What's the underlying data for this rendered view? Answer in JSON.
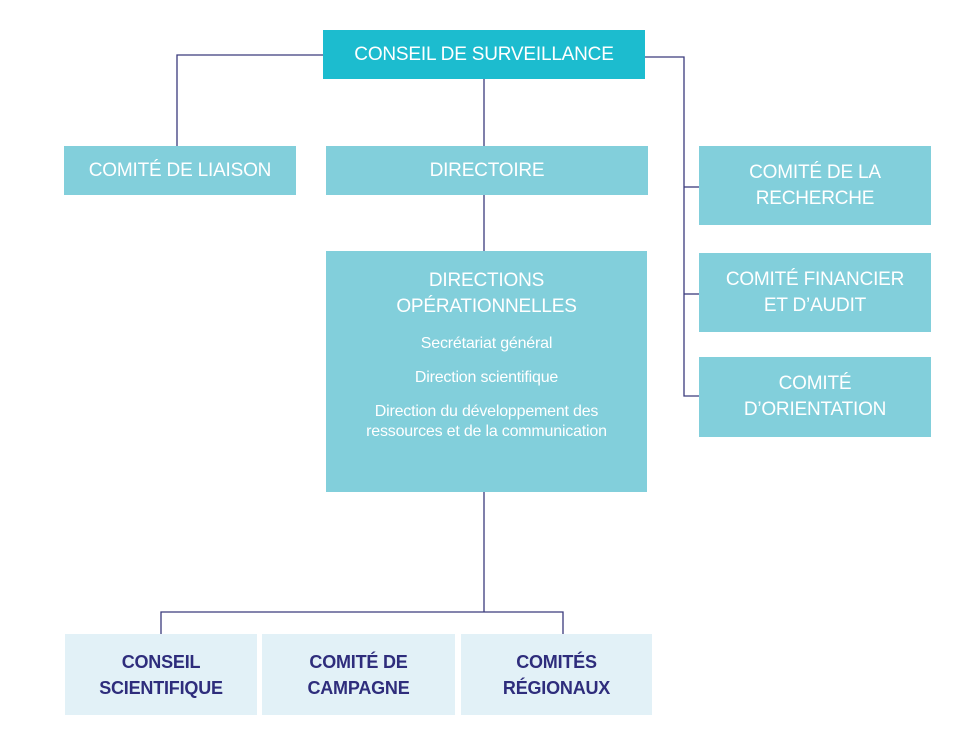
{
  "colors": {
    "top_box": "#1cbccf",
    "main_box": "#82cfdb",
    "lower_box": "#e2f1f7",
    "lower_text": "#2e2d7c",
    "connector": "#3a3a7c"
  },
  "conseil_surveillance": {
    "label": "CONSEIL DE SURVEILLANCE"
  },
  "comite_liaison": {
    "label": "COMITÉ DE LIAISON"
  },
  "directoire": {
    "label": "DIRECTOIRE"
  },
  "directions": {
    "title_lines": [
      "DIRECTIONS",
      "OPÉRATIONNELLES"
    ],
    "items": [
      "Secrétariat général",
      "Direction scientifique",
      "Direction du développement des ressources et de la communication"
    ]
  },
  "side_committees": [
    {
      "lines": [
        "COMITÉ DE LA",
        "RECHERCHE"
      ]
    },
    {
      "lines": [
        "COMITÉ FINANCIER",
        "ET D’AUDIT"
      ]
    },
    {
      "lines": [
        "COMITÉ",
        "D’ORIENTATION"
      ]
    }
  ],
  "bottom_committees": [
    {
      "lines": [
        "CONSEIL",
        "SCIENTIFIQUE"
      ]
    },
    {
      "lines": [
        "COMITÉ DE",
        "CAMPAGNE"
      ]
    },
    {
      "lines": [
        "COMITÉS",
        "RÉGIONAUX"
      ]
    }
  ]
}
